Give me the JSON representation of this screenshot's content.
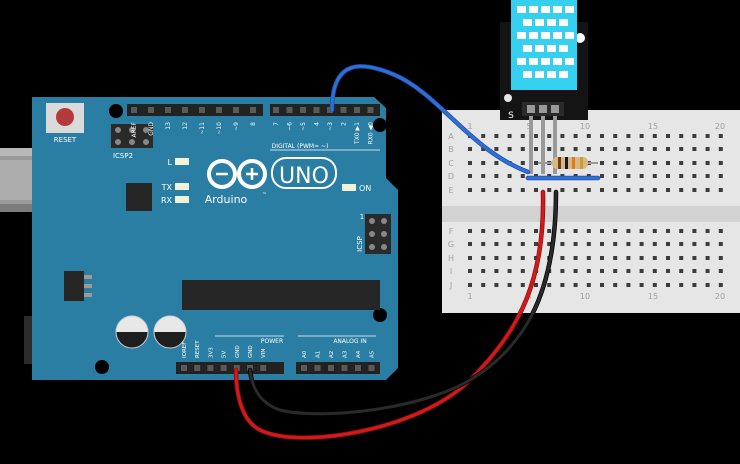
{
  "board": {
    "reset_label": "RESET",
    "icsp2_label": "ICSP2",
    "l_label": "L",
    "tx_label": "TX",
    "rx_label": "RX",
    "on_label": "ON",
    "uno_label": "UNO",
    "arduino_label": "Arduino",
    "tm_label": "™",
    "icsp_label": "ICSP",
    "icsp_pin1": "1",
    "digital_label": "DIGITAL (PWM= ~)",
    "power_label": "POWER",
    "analog_label": "ANALOG IN",
    "digital_pins_left": [
      "AREF",
      "GND",
      "13",
      "12",
      "~11",
      "~10",
      "~9",
      "8"
    ],
    "digital_pins_right": [
      "7",
      "~6",
      "~5",
      "4",
      "~3",
      "2",
      "TX0 ▶1",
      "RX0 ◀0"
    ],
    "power_pins": [
      "IOREF",
      "RESET",
      "3V3",
      "5V",
      "GND",
      "GND",
      "VIN"
    ],
    "analog_pins": [
      "A0",
      "A1",
      "A2",
      "A3",
      "A4",
      "A5"
    ]
  },
  "sensor": {
    "signal_label": "S"
  },
  "breadboard": {
    "column_numbers": [
      "1",
      "5",
      "10",
      "15",
      "20"
    ],
    "row_letters_top": [
      "A",
      "B",
      "C",
      "D",
      "E"
    ],
    "row_letters_bottom": [
      "F",
      "G",
      "H",
      "I",
      "J"
    ]
  },
  "colors": {
    "board": "#2a7ea3",
    "wire_signal": "#2f6fd6",
    "wire_power": "#d31a1a",
    "wire_ground": "#2a2a2a",
    "sensor": "#35d0f0"
  }
}
